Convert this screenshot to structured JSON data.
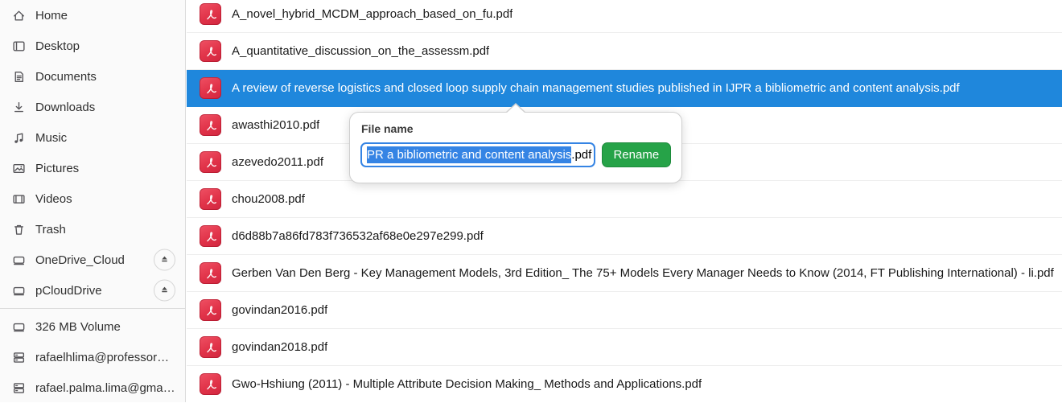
{
  "colors": {
    "selection_blue": "#1f87dc",
    "text_selection_blue": "#3584e4",
    "rename_green": "#26a348",
    "pdf_red": "#e13349",
    "sidebar_bg": "#fafafa"
  },
  "sidebar": {
    "items": [
      {
        "label": "Home",
        "icon": "home-icon",
        "eject": false
      },
      {
        "label": "Desktop",
        "icon": "desktop-icon",
        "eject": false
      },
      {
        "label": "Documents",
        "icon": "documents-icon",
        "eject": false
      },
      {
        "label": "Downloads",
        "icon": "downloads-icon",
        "eject": false
      },
      {
        "label": "Music",
        "icon": "music-icon",
        "eject": false
      },
      {
        "label": "Pictures",
        "icon": "pictures-icon",
        "eject": false
      },
      {
        "label": "Videos",
        "icon": "videos-icon",
        "eject": false
      },
      {
        "label": "Trash",
        "icon": "trash-icon",
        "eject": false
      },
      {
        "label": "OneDrive_Cloud",
        "icon": "drive-icon",
        "eject": true
      },
      {
        "label": "pCloudDrive",
        "icon": "drive-icon",
        "eject": true
      }
    ],
    "devices": [
      {
        "label": "326 MB Volume",
        "icon": "drive-icon",
        "eject": false
      },
      {
        "label": "rafaelhlima@professor…",
        "icon": "server-icon",
        "eject": false
      },
      {
        "label": "rafael.palma.lima@gma…",
        "icon": "server-icon",
        "eject": false
      }
    ]
  },
  "files": [
    {
      "name": "A_novel_hybrid_MCDM_approach_based_on_fu.pdf",
      "selected": false
    },
    {
      "name": "A_quantitative_discussion_on_the_assessm.pdf",
      "selected": false
    },
    {
      "name": "A review of reverse logistics and closed loop supply chain management studies published in IJPR a bibliometric and content analysis.pdf",
      "selected": true
    },
    {
      "name": "awasthi2010.pdf",
      "selected": false
    },
    {
      "name": "azevedo2011.pdf",
      "selected": false
    },
    {
      "name": "chou2008.pdf",
      "selected": false
    },
    {
      "name": "d6d88b7a86fd783f736532af68e0e297e299.pdf",
      "selected": false
    },
    {
      "name": "Gerben Van Den Berg - Key Management Models, 3rd Edition_ The 75+ Models Every Manager Needs to Know (2014, FT Publishing International) - li.pdf",
      "selected": false
    },
    {
      "name": "govindan2016.pdf",
      "selected": false
    },
    {
      "name": "govindan2018.pdf",
      "selected": false
    },
    {
      "name": "Gwo-Hshiung (2011) - Multiple Attribute Decision Making_ Methods and Applications.pdf",
      "selected": false
    }
  ],
  "rename_popover": {
    "label": "File name",
    "input_selected_text": "PR a bibliometric and content analysis",
    "input_suffix": ".pdf",
    "button_label": "Rename"
  }
}
